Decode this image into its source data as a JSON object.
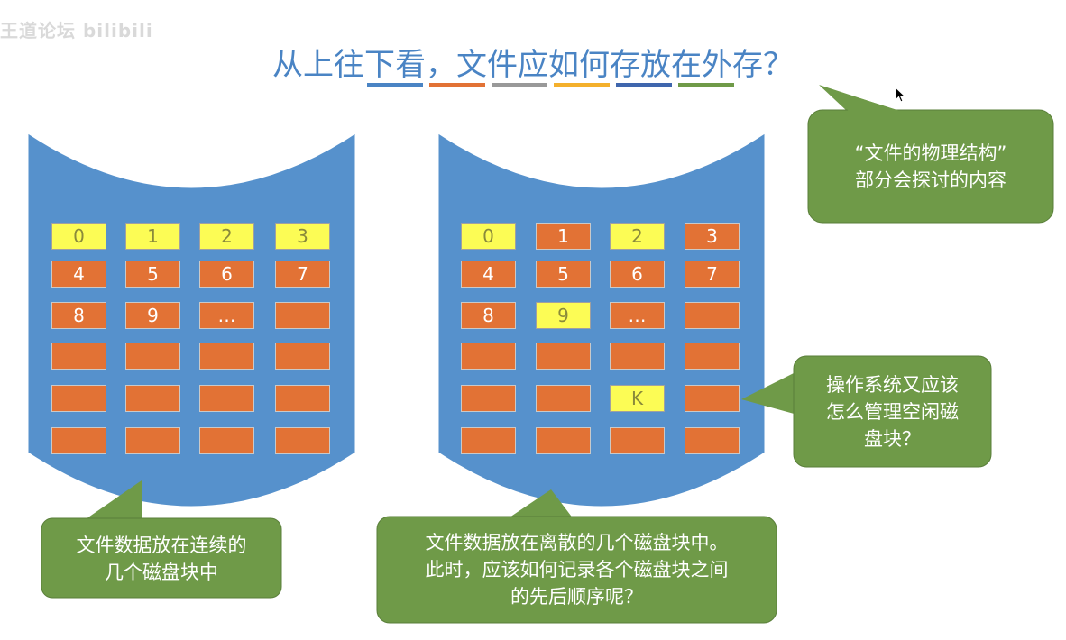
{
  "watermark": "王道论坛 bilibili",
  "title": "从上往下看，文件应如何存放在外存？",
  "colorbar": [
    "#4a84c4",
    "#e27235",
    "#999999",
    "#f4b02c",
    "#3f66ad",
    "#6f9a48"
  ],
  "colors": {
    "disk": "#5691cc",
    "orange_block": "#e27235",
    "yellow_block": "#fcfc55",
    "callout": "#6f9a48"
  },
  "disk_left": {
    "rows": [
      [
        {
          "label": "0",
          "color": "yellow"
        },
        {
          "label": "1",
          "color": "yellow"
        },
        {
          "label": "2",
          "color": "yellow"
        },
        {
          "label": "3",
          "color": "yellow"
        }
      ],
      [
        {
          "label": "4",
          "color": "orange"
        },
        {
          "label": "5",
          "color": "orange"
        },
        {
          "label": "6",
          "color": "orange"
        },
        {
          "label": "7",
          "color": "orange"
        }
      ],
      [
        {
          "label": "8",
          "color": "orange"
        },
        {
          "label": "9",
          "color": "orange"
        },
        {
          "label": "…",
          "color": "orange"
        },
        {
          "label": "",
          "color": "orange"
        }
      ],
      [
        {
          "label": "",
          "color": "orange"
        },
        {
          "label": "",
          "color": "orange"
        },
        {
          "label": "",
          "color": "orange"
        },
        {
          "label": "",
          "color": "orange"
        }
      ],
      [
        {
          "label": "",
          "color": "orange"
        },
        {
          "label": "",
          "color": "orange"
        },
        {
          "label": "",
          "color": "orange"
        },
        {
          "label": "",
          "color": "orange"
        }
      ],
      [
        {
          "label": "",
          "color": "orange"
        },
        {
          "label": "",
          "color": "orange"
        },
        {
          "label": "",
          "color": "orange"
        },
        {
          "label": "",
          "color": "orange"
        }
      ]
    ]
  },
  "disk_right": {
    "rows": [
      [
        {
          "label": "0",
          "color": "yellow"
        },
        {
          "label": "1",
          "color": "orange"
        },
        {
          "label": "2",
          "color": "yellow"
        },
        {
          "label": "3",
          "color": "orange"
        }
      ],
      [
        {
          "label": "4",
          "color": "orange"
        },
        {
          "label": "5",
          "color": "orange"
        },
        {
          "label": "6",
          "color": "orange"
        },
        {
          "label": "7",
          "color": "orange"
        }
      ],
      [
        {
          "label": "8",
          "color": "orange"
        },
        {
          "label": "9",
          "color": "yellow"
        },
        {
          "label": "…",
          "color": "orange"
        },
        {
          "label": "",
          "color": "orange"
        }
      ],
      [
        {
          "label": "",
          "color": "orange"
        },
        {
          "label": "",
          "color": "orange"
        },
        {
          "label": "",
          "color": "orange"
        },
        {
          "label": "",
          "color": "orange"
        }
      ],
      [
        {
          "label": "",
          "color": "orange"
        },
        {
          "label": "",
          "color": "orange"
        },
        {
          "label": "K",
          "color": "yellow"
        },
        {
          "label": "",
          "color": "orange"
        }
      ],
      [
        {
          "label": "",
          "color": "orange"
        },
        {
          "label": "",
          "color": "orange"
        },
        {
          "label": "",
          "color": "orange"
        },
        {
          "label": "",
          "color": "orange"
        }
      ]
    ]
  },
  "callouts": {
    "physical_structure": {
      "line1": "“文件的物理结构”",
      "line2": "部分会探讨的内容"
    },
    "free_blocks": {
      "line1": "操作系统又应该",
      "line2": "怎么管理空闲磁",
      "line3": "盘块？"
    },
    "contiguous": {
      "line1": "文件数据放在连续的",
      "line2": "几个磁盘块中"
    },
    "scattered": {
      "line1": "文件数据放在离散的几个磁盘块中。",
      "line2": "此时，应该如何记录各个磁盘块之间",
      "line3": "的先后顺序呢？"
    }
  }
}
